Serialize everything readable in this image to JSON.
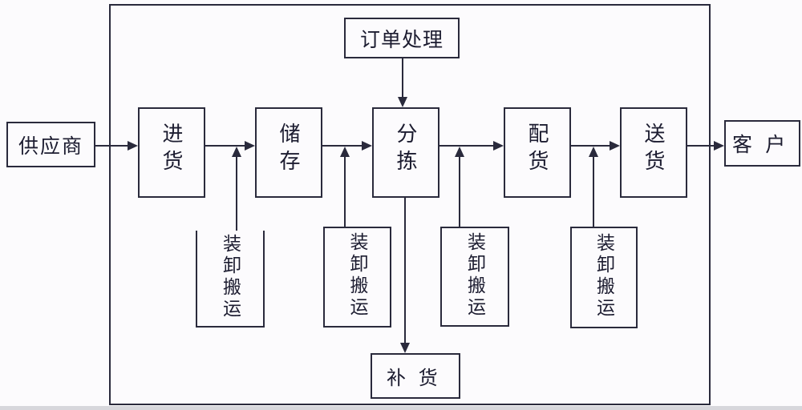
{
  "diagram": {
    "external_left": {
      "label": "供应商"
    },
    "external_right": {
      "label": "客户"
    },
    "order_processing": {
      "label": "订单处理"
    },
    "main_flow": [
      {
        "label": "进货"
      },
      {
        "label": "储存"
      },
      {
        "label": "分拣"
      },
      {
        "label": "配货"
      },
      {
        "label": "送货"
      }
    ],
    "handling_boxes": [
      {
        "label": "装卸搬运"
      },
      {
        "label": "装卸搬运"
      },
      {
        "label": "装卸搬运"
      },
      {
        "label": "装卸搬运"
      }
    ],
    "replenishment": {
      "label": "补货"
    },
    "colors": {
      "line": "#2a2a3c",
      "text": "#1c1c30",
      "background": "#fcfbfd",
      "bottom_strip": "#d7d7dc"
    }
  }
}
